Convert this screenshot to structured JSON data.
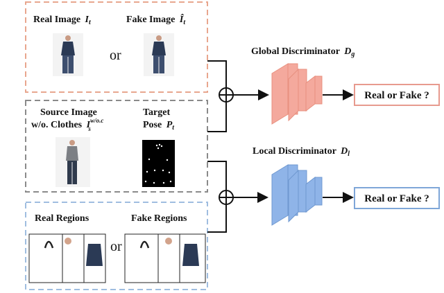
{
  "top_box": {
    "real_label": "Real Image",
    "real_var": "I",
    "real_sub": "t",
    "fake_label": "Fake Image",
    "fake_var": "Î",
    "fake_sub": "t",
    "or": "or"
  },
  "mid_box": {
    "source_line1": "Source Image",
    "source_line2": "w/o. Clothes",
    "source_var": "I",
    "source_sup": "w/o.c",
    "source_sub": "s",
    "target_line1": "Target",
    "target_line2": "Pose",
    "target_var": "P",
    "target_sub": "t"
  },
  "bottom_box": {
    "real_label": "Real Regions",
    "fake_label": "Fake Regions",
    "or": "or"
  },
  "global_disc": {
    "label": "Global Discriminator",
    "var": "D",
    "sub": "g",
    "output": "Real or Fake ?"
  },
  "local_disc": {
    "label": "Local Discriminator",
    "var": "D",
    "sub": "l",
    "output": "Real or Fake ?"
  },
  "colors": {
    "top_box_border": "#e8a68e",
    "mid_box_border": "#8a8a8a",
    "bottom_box_border": "#9fbde0",
    "global_fill": "#f4a99d",
    "global_output_border": "#e79a8e",
    "local_fill": "#8fb4e8",
    "local_output_border": "#7ea6d8",
    "shirt": "#2b3a55"
  }
}
